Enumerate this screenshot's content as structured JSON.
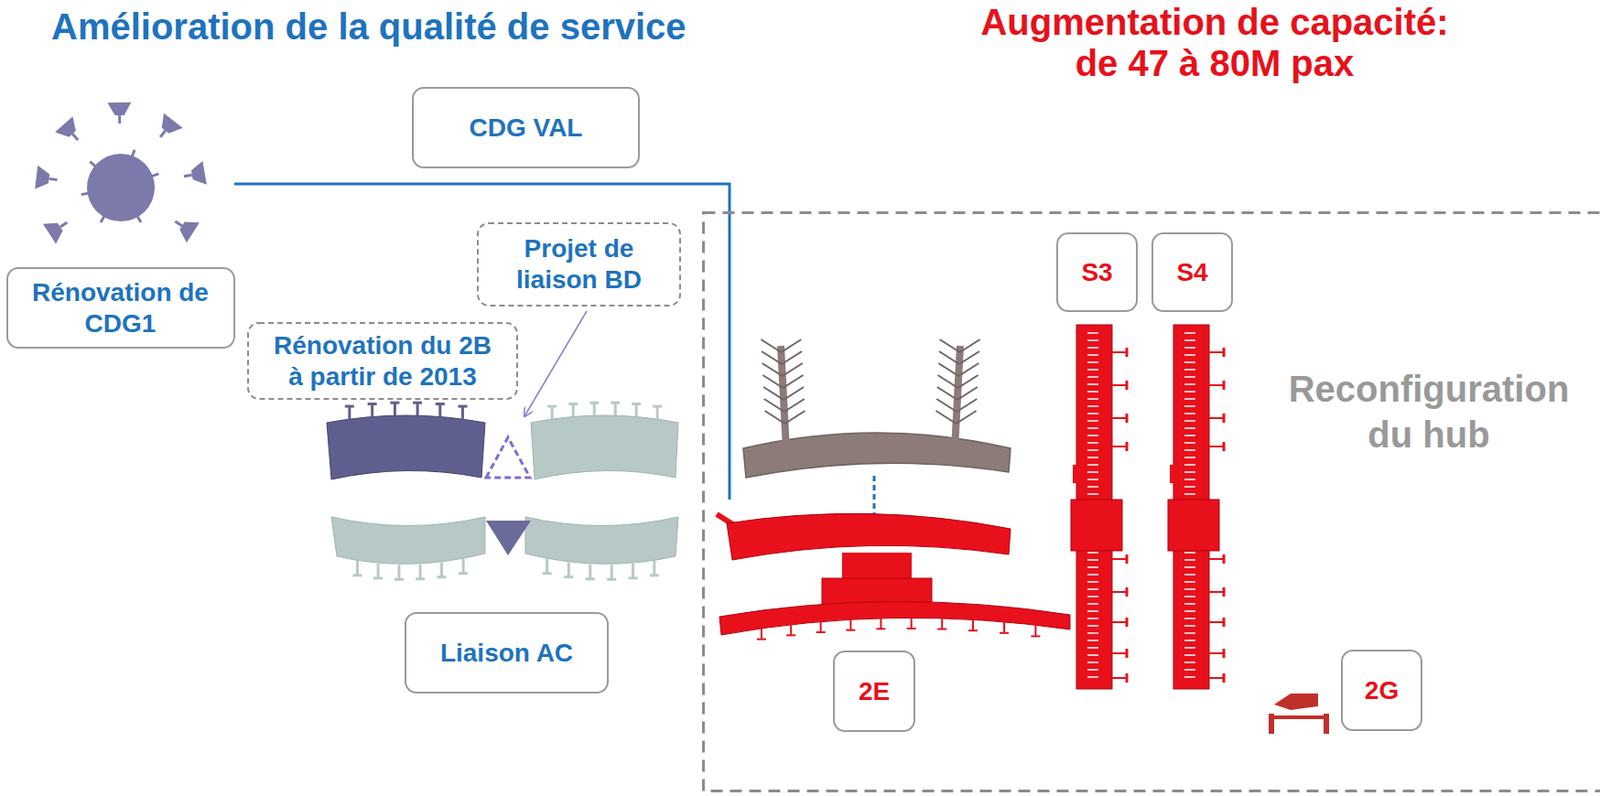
{
  "diagram": {
    "title": "Amélioration de la qualité de service",
    "nodes": [
      {
        "text": [
          "CDG VAL"
        ]
      },
      {
        "text": [
          "Rénovation de CDG1"
        ]
      },
      {
        "text": [
          "Projet de liaison BD"
        ]
      },
      {
        "text": [
          "Rénovation du 2B à partir de 2013"
        ]
      },
      {
        "text": [
          "Liaison AC"
        ]
      },
      {
        "text": [
          "Reconfiguration du hub"
        ]
      },
      {
        "text": [
          "S3"
        ],
        "in": 5
      },
      {
        "text": [
          "S4"
        ],
        "in": 5
      },
      {
        "text": [
          "2E"
        ],
        "in": 5
      },
      {
        "text": [
          "2G"
        ],
        "in": 5
      }
    ],
    "labels": [
      "Augmentation de capacité: de 47 à 80M pax"
    ]
  }
}
